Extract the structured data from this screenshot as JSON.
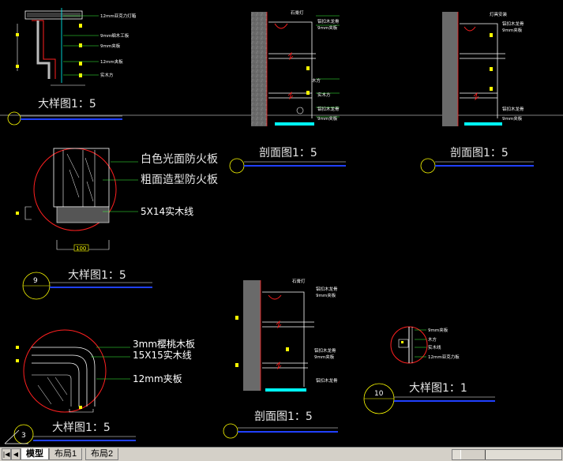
{
  "drawing": {
    "detail_labels": [
      {
        "id": "d1",
        "title": "大样图1：5"
      },
      {
        "id": "d9",
        "title": "大样图1：5",
        "marker": "9"
      },
      {
        "id": "d3",
        "title": "大样图1：5",
        "marker": "3"
      },
      {
        "id": "d10",
        "title": "大样图1：1",
        "marker": "10"
      },
      {
        "id": "s1",
        "title": "剖面图1：5"
      },
      {
        "id": "s2",
        "title": "剖面图1：5"
      },
      {
        "id": "s3",
        "title": "剖面图1：5"
      }
    ],
    "callouts_circle1": [
      "白色光面防火板",
      "粗面造型防火板",
      "5X14实木线"
    ],
    "callouts_circle2": [
      "3mm樱桃木板",
      "15X15实木线",
      "12mm夹板"
    ],
    "top_callouts": [
      "12mm亚克力灯箱",
      "9mm细木工板",
      "9mm夹板",
      "12mm夹板",
      "实木方"
    ],
    "section_callouts_a": [
      "石膏灯",
      "铝扣木龙骨",
      "9mm夹板",
      "木方",
      "实木方",
      "铝扣木龙骨",
      "9mm夹板"
    ],
    "section_callouts_b": [
      "灯具安装",
      "铝扣木龙骨",
      "9mm夹板",
      "铝扣木龙骨",
      "9mm夹板"
    ],
    "section_callouts_c": [
      "石膏灯",
      "铝扣木龙骨",
      "9mm夹板",
      "铝扣木龙骨",
      "9mm夹板",
      "铝扣木龙骨"
    ],
    "detail10_callouts": [
      "9mm夹板",
      "木方",
      "实木线",
      "12mm亚克力板"
    ],
    "dimension_value": "100"
  },
  "tabs": {
    "model": "模型",
    "layout1": "布局1",
    "layout2": "布局2"
  },
  "colors": {
    "background": "#000000",
    "cyan": "#00ffff",
    "green": "#3cff3c",
    "yellow": "#ffff00",
    "red": "#ff2020",
    "blue": "#2040ff",
    "magenta": "#ff00ff"
  }
}
